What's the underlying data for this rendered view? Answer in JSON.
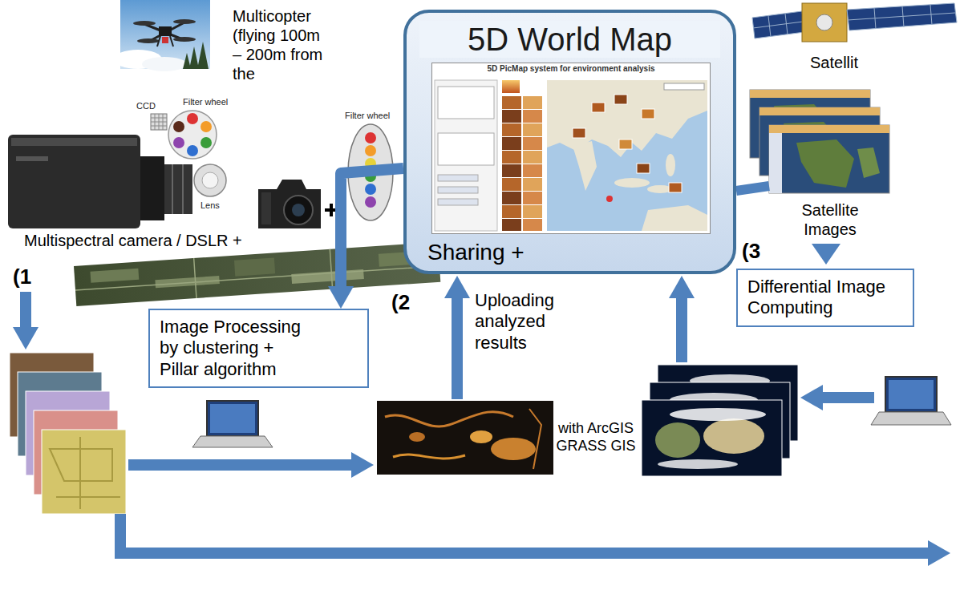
{
  "diagram": {
    "nodes": [
      {
        "text": [
          "5D World Map",
          "Sharing +"
        ]
      },
      {
        "text": [
          "Image Processing by clustering + Pillar algorithm"
        ]
      },
      {
        "text": [
          "Differential Image Computing"
        ]
      }
    ],
    "edges": [
      {
        "from": 0,
        "to": 1,
        "arrow": "to"
      }
    ],
    "labels": [
      "Multicopter (flying 100m – 200m from the",
      "CCD",
      "Filter wheel",
      "Lens",
      "Filter wheel",
      "Multispectral camera / DSLR +",
      "5D PicMap system for environment analysis",
      "Satellit",
      "Satellite Images",
      "(1",
      "(2",
      "(3",
      "Uploading analyzed results",
      "with ArcGIS GRASS GIS"
    ]
  }
}
